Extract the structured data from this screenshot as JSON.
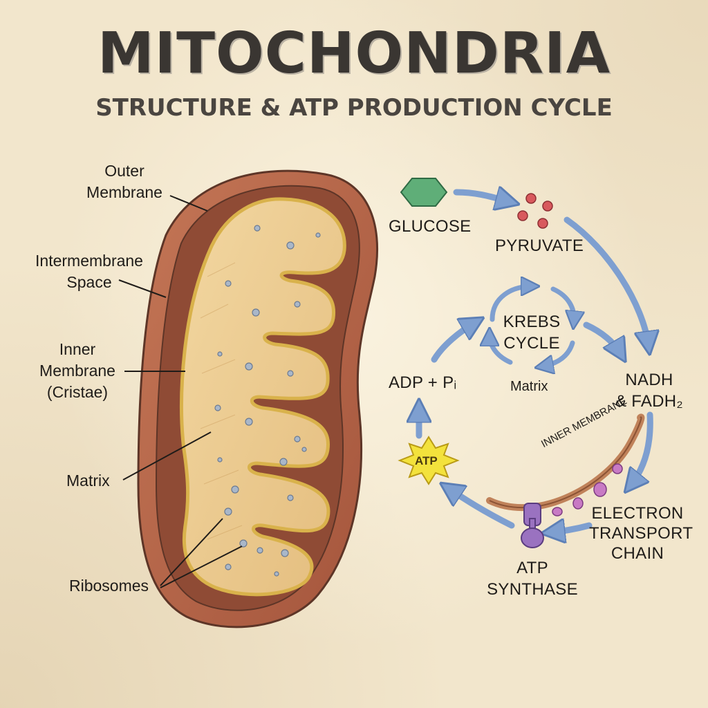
{
  "title": "MITOCHONDRIA",
  "subtitle": "STRUCTURE & ATP PRODUCTION CYCLE",
  "structure_labels": {
    "outer_membrane": [
      "Outer",
      "Membrane"
    ],
    "intermembrane_space": [
      "Intermembrane",
      "Space"
    ],
    "inner_membrane": [
      "Inner",
      "Membrane",
      "(Cristae)"
    ],
    "matrix": "Matrix",
    "ribosomes": "Ribosomes"
  },
  "cycle_labels": {
    "glucose": "GLUCOSE",
    "pyruvate": "PYRUVATE",
    "krebs": [
      "KREBS",
      "CYCLE"
    ],
    "krebs_matrix": "Matrix",
    "nadh": [
      "NADH",
      "& FADH₂"
    ],
    "adp": "ADP + Pᵢ",
    "atp_star": "ATP",
    "inner_membrane_curve": "INNER MEMBRANE",
    "etc": [
      "ELECTRON",
      "TRANSPORT",
      "CHAIN"
    ],
    "atp_synthase": [
      "ATP",
      "SYNTHASE"
    ]
  },
  "colors": {
    "outer_membrane": "#b5664a",
    "intermembrane": "#8f4b35",
    "matrix": "#ecc98d",
    "cristae": "#e6c35b",
    "ribosome": "#a9b7c9",
    "arrow": "#7e9fd0",
    "glucose": "#5fae78",
    "pyruvate": "#d8595d",
    "atp_star": "#f3e23c",
    "synthase": "#9a72c0"
  }
}
